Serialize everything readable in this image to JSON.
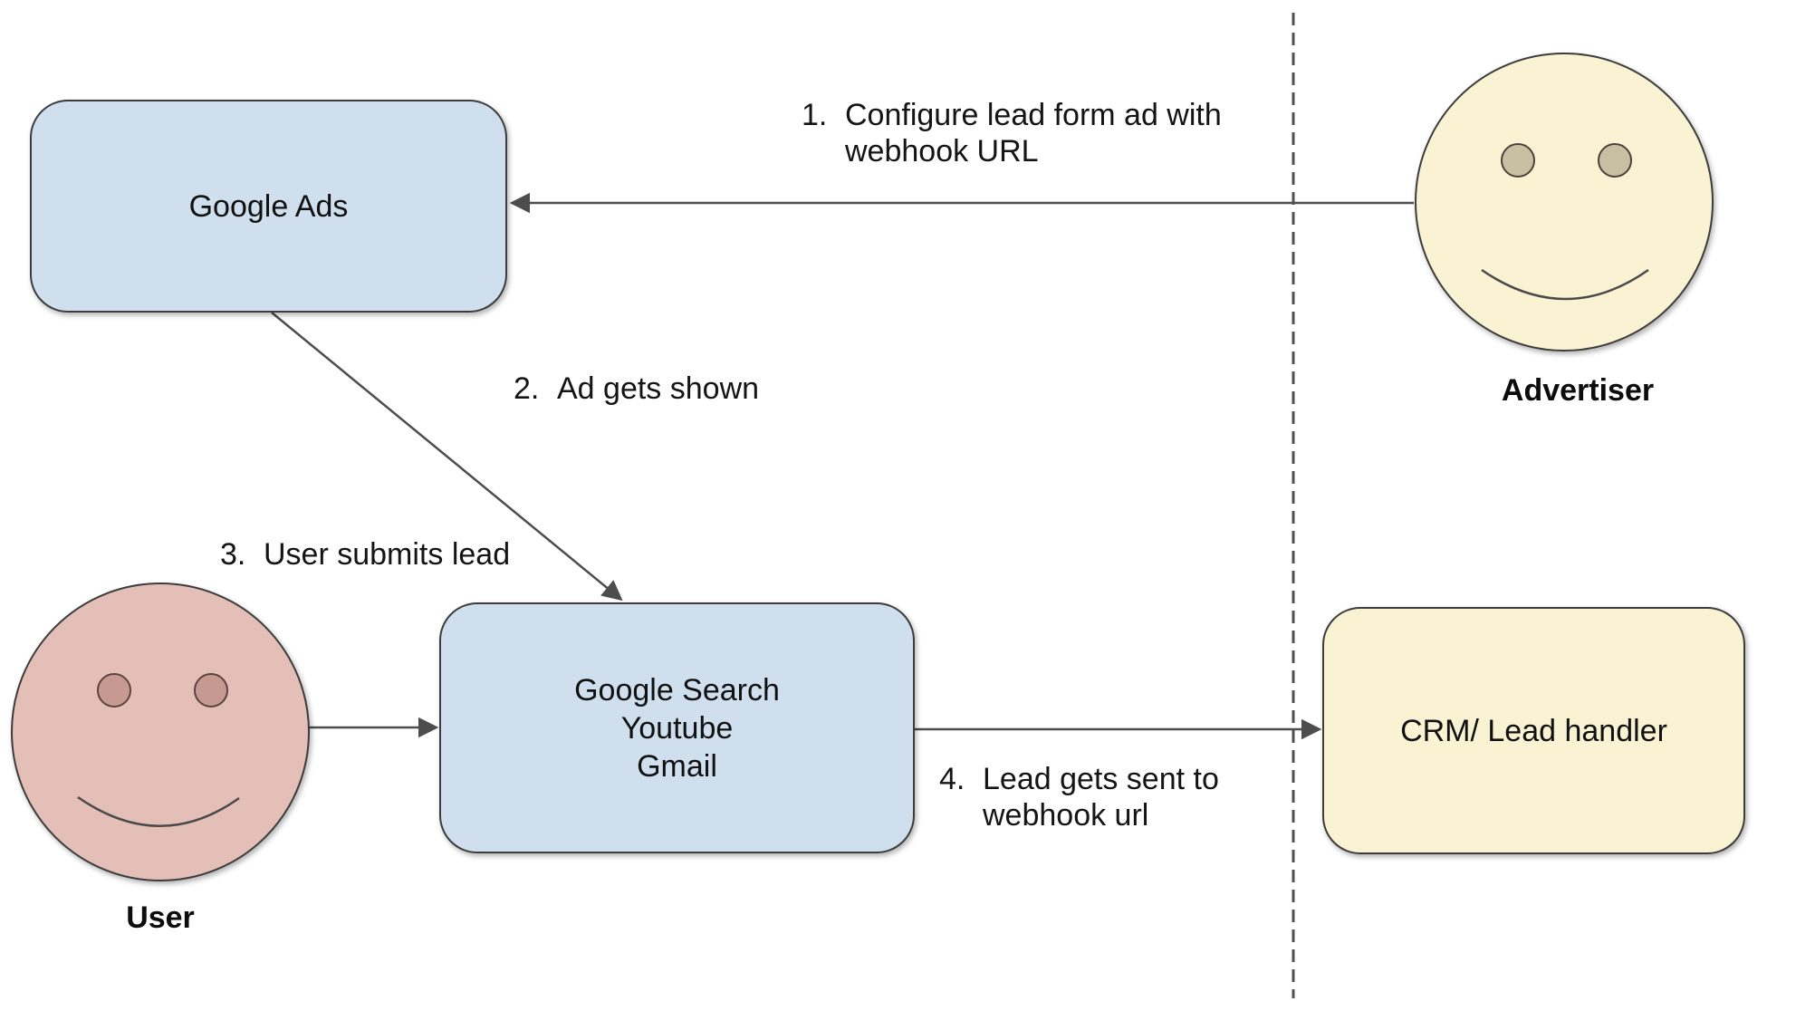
{
  "nodes": {
    "google_ads": {
      "label": "Google Ads"
    },
    "google_properties": {
      "lines": [
        "Google Search",
        "Youtube",
        "Gmail"
      ]
    },
    "crm": {
      "label": "CRM/ Lead handler"
    },
    "advertiser": {
      "label": "Advertiser"
    },
    "user": {
      "label": "User"
    }
  },
  "edges": [
    {
      "number": "1.",
      "lines": [
        "Configure lead form ad with",
        "webhook URL"
      ],
      "from": "advertiser",
      "to": "google_ads"
    },
    {
      "number": "2.",
      "lines": [
        "Ad gets shown"
      ],
      "from": "google_ads",
      "to": "google_properties"
    },
    {
      "number": "3.",
      "lines": [
        "User submits lead"
      ],
      "from": "user",
      "to": "google_properties"
    },
    {
      "number": "4.",
      "lines": [
        "Lead gets sent to",
        "webhook url"
      ],
      "from": "google_properties",
      "to": "crm"
    }
  ],
  "colors": {
    "box_blue": "#cfdfee",
    "box_yellow": "#faf3d3",
    "face_pink": "#e3bfb7",
    "eye_pink": "#c79a91",
    "eye_tan": "#c8c0a3",
    "shape_border": "#3d3d3d",
    "line": "#4d4d4d",
    "text": "#111111"
  }
}
